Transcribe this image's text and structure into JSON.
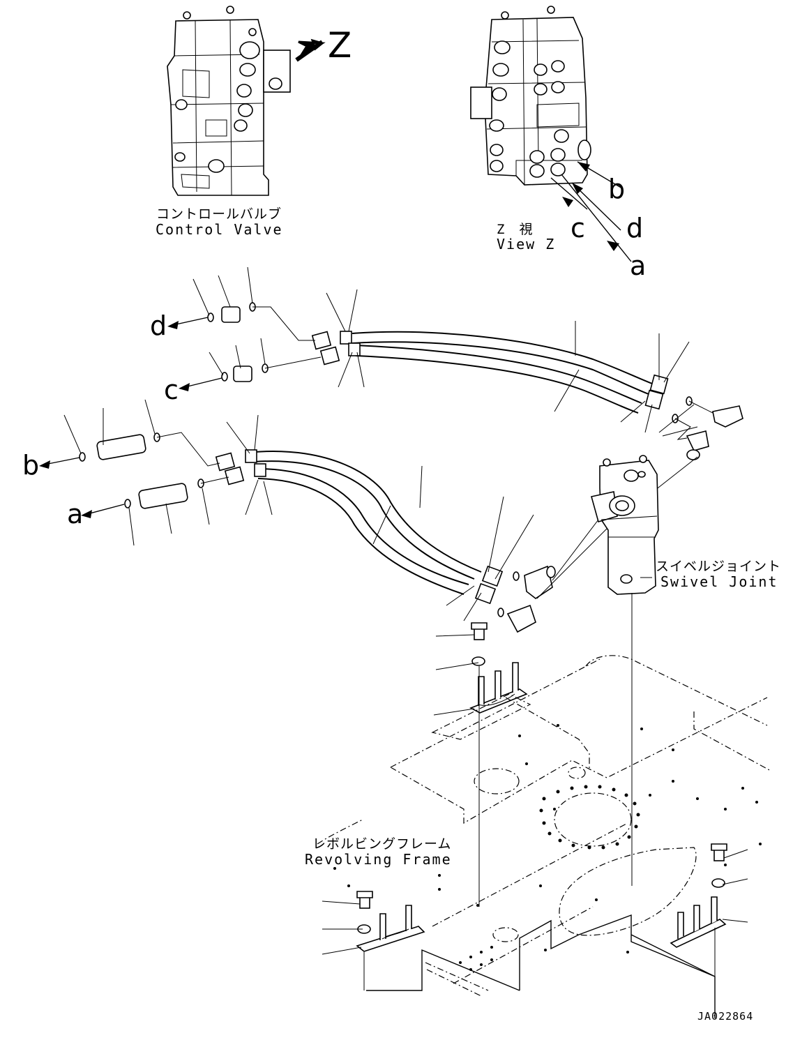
{
  "labels": {
    "control_valve_jp": "コントロールバルブ",
    "control_valve_en": "Control Valve",
    "view_z_jp": "Z　視",
    "view_z_en": "View Z",
    "view_arrow_z": "Z",
    "swivel_joint_jp": "スイベルジョイント",
    "swivel_joint_en": "Swivel Joint",
    "revolving_frame_jp": "レボルビングフレーム",
    "revolving_frame_en": "Revolving Frame"
  },
  "port_callouts": {
    "view": [
      "b",
      "d",
      "c",
      "a"
    ],
    "hose_ends": [
      "d",
      "c",
      "b",
      "a"
    ]
  },
  "drawing_code": "JA022864"
}
